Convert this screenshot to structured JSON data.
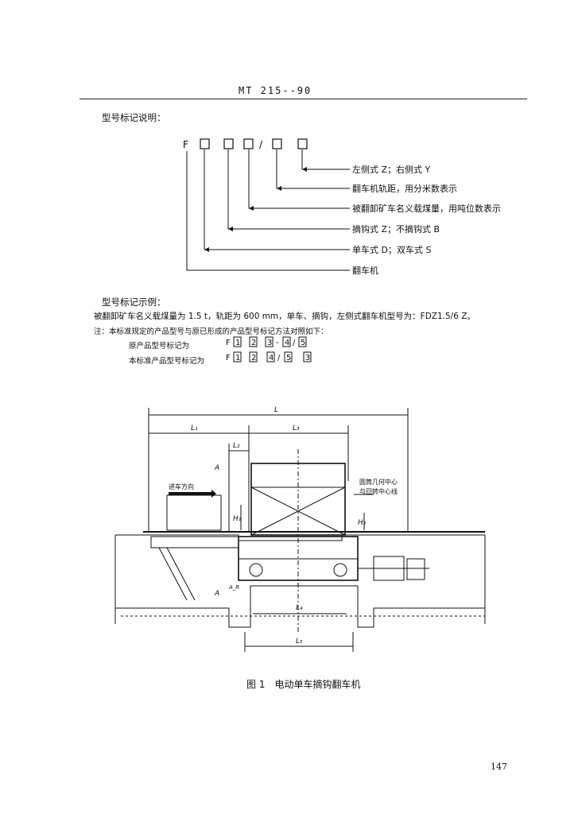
{
  "header": {
    "standard_no": "MT 215--90"
  },
  "designation_title": "型号标记说明：",
  "code_prefix": "F",
  "code_slash": "/",
  "code_items": [
    "左侧式 Z；右侧式 Y",
    "翻车机轨距，用分米数表示",
    "被翻卸矿车名义载煤量，用吨位数表示",
    "摘钩式 Z；不摘钩式 B",
    "单车式 D；双车式 S",
    "翻车机"
  ],
  "example": {
    "title": "型号标记示例：",
    "text": "被翻卸矿车名义载煤量为 1.5 t，轨距为 600 mm，单车、摘钩，左侧式翻车机型号为：FDZ1.5/6 Z。",
    "note": "注：本标准规定的产品型号与原已形成的产品型号标记方法对照如下：",
    "old_label": "原产品型号标记为",
    "new_label": "本标准产品型号标记为",
    "old_code": {
      "prefix": "F",
      "boxes": [
        "1",
        "2",
        "3",
        "4",
        "5"
      ],
      "seps": [
        "",
        "",
        "-",
        "/"
      ]
    },
    "new_code": {
      "prefix": "F",
      "boxes": [
        "1",
        "2",
        "4",
        "5",
        "3"
      ],
      "seps": [
        "",
        "",
        "/",
        ""
      ]
    }
  },
  "figure": {
    "dim_labels": {
      "L": "L",
      "L1": "L₁",
      "L2": "L₂",
      "L3": "L₃",
      "L4": "L₄",
      "L5": "L₅",
      "H1": "H₁",
      "H2": "H₂",
      "A_top": "A",
      "A_bottom": "A",
      "A_ref": "A_R"
    },
    "direction_label": "进车方向",
    "center_label": [
      "圆筒几何中心",
      "与回转中心线"
    ]
  },
  "caption": "图 1　电动单车摘钩翻车机",
  "page_number": "147"
}
